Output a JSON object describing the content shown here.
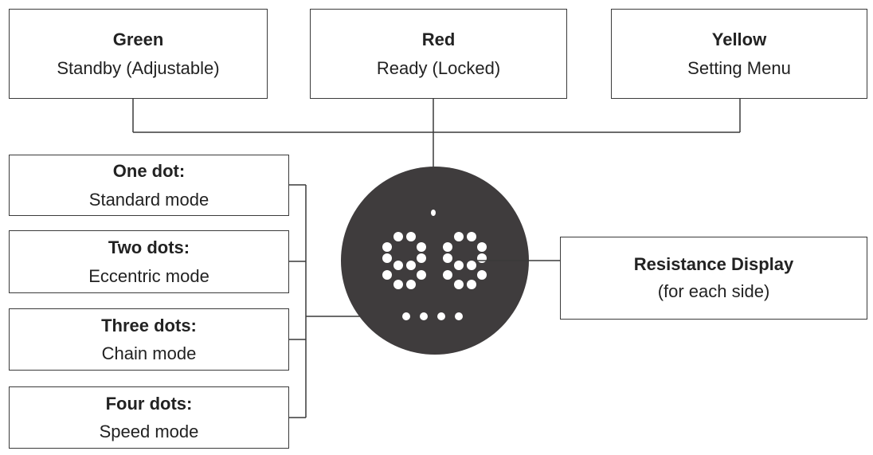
{
  "states": [
    {
      "title": "Green",
      "desc": "Standby (Adjustable)"
    },
    {
      "title": "Red",
      "desc": "Ready (Locked)"
    },
    {
      "title": "Yellow",
      "desc": "Setting Menu"
    }
  ],
  "modes": [
    {
      "title": "One dot:",
      "desc": "Standard mode"
    },
    {
      "title": "Two dots:",
      "desc": "Eccentric mode"
    },
    {
      "title": "Three dots:",
      "desc": "Chain mode"
    },
    {
      "title": "Four dots:",
      "desc": "Speed mode"
    }
  ],
  "resistance": {
    "title": "Resistance Display",
    "desc": "(for each side)"
  },
  "colors": {
    "display_body": "#3f3c3d",
    "led": "#ffffff",
    "line": "#3a3a3a"
  },
  "icons": {
    "status_led": "status-led-icon",
    "digit_display": "dot-matrix-digits-icon",
    "mode_dots": "mode-indicator-dots-icon"
  },
  "display": {
    "active_mode_dots": 4
  }
}
